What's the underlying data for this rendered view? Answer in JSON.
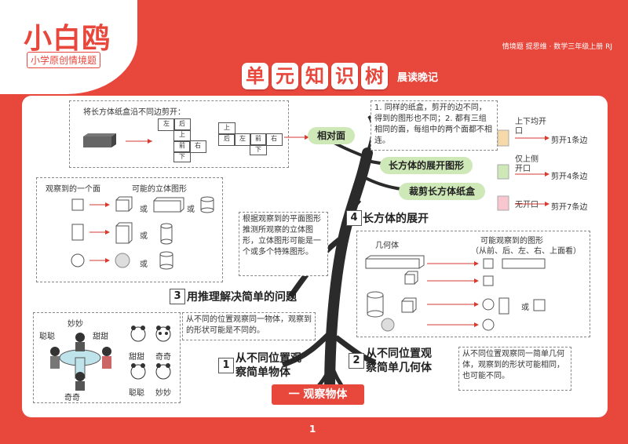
{
  "header": {
    "logo_text": "小白鸥",
    "logo_sub": "小学原创情境题",
    "series_text": "情境题 提思维 · 数学三年级上册 RJ",
    "title_chars": [
      "单",
      "元",
      "知",
      "识",
      "树"
    ],
    "subtitle": "晨读晚记",
    "page_number": "1"
  },
  "net_panel": {
    "caption": "将长方体纸盒沿不同边剪开：",
    "net1": [
      "左",
      "后",
      "上",
      "前",
      "右",
      "下"
    ],
    "net2": [
      "上",
      "后",
      "左",
      "前",
      "右",
      "下"
    ]
  },
  "shapes_panel": {
    "col1": "观察到的一个面",
    "col2": "可能的立体图形",
    "or": "或"
  },
  "inference_note": "根据观察到的平面图形推测所观察的立体图形，立体图形可能是一个或多个特殊图形。",
  "section3": {
    "num": "3",
    "title": "用推理解决简单的问题"
  },
  "section4": {
    "num": "4",
    "title": "长方体的展开"
  },
  "section1": {
    "num": "1",
    "title_l1": "从不同位置观",
    "title_l2": "察简单物体"
  },
  "section2": {
    "num": "2",
    "title_l1": "从不同位置观",
    "title_l2": "察简单几何体"
  },
  "root": "一 观察物体",
  "branches": {
    "relative_faces": "相对面",
    "net": "长方体的展开图形",
    "cut_box": "裁剪长方体纸盒"
  },
  "relative_note": "1. 同样的纸盒，剪开的边不同，得到的图形也不同；2. 都有三组相同的面，每组中的两个面都不相连。",
  "openings": [
    {
      "label": "上下均开口",
      "result": "剪开1条边"
    },
    {
      "label": "仅上侧开口",
      "result": "剪开4条边"
    },
    {
      "label": "无开口",
      "result": "剪开7条边"
    }
  ],
  "scene": {
    "top": "妙妙",
    "left": "聪聪",
    "right": "甜甜",
    "bottom": "奇奇",
    "views": [
      "甜甜",
      "奇奇",
      "聪聪",
      "妙妙"
    ]
  },
  "observe_note": "从不同的位置观察同一物体，观察到的形状可能是不同的。",
  "geom_panel": {
    "left_head": "几何体",
    "right_head": "可能观察到的图形",
    "right_sub": "（从前、后、左、右、上面看）",
    "or": "或"
  },
  "geom_note": "从不同位置观察同一简单几何体，观察到的形状可能相同，也可能不同。",
  "colors": {
    "brand_red": "#e8473c",
    "leaf_green": "#cfe8b8",
    "tree_dark": "#2b2b2b"
  }
}
